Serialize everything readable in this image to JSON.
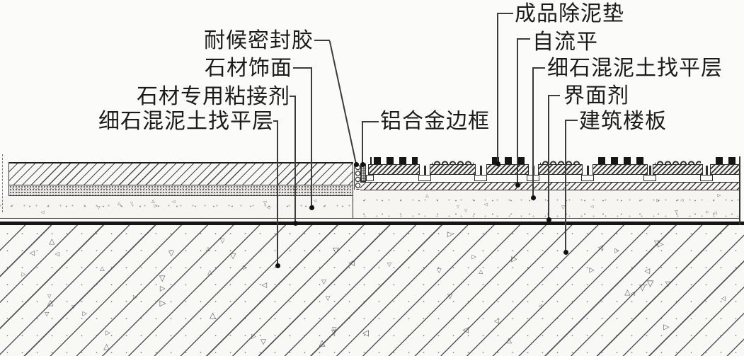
{
  "diagram": {
    "kind": "floor-construction-detail-section",
    "labels_left": [
      {
        "id": "weatherproof-sealant",
        "text": "耐候密封胶"
      },
      {
        "id": "stone-finish",
        "text": "石材饰面"
      },
      {
        "id": "stone-adhesive",
        "text": "石材专用粘接剂"
      },
      {
        "id": "fine-concrete-leveling-left",
        "text": "细石混泥土找平层"
      }
    ],
    "labels_right": [
      {
        "id": "entrance-mat",
        "text": "成品除泥垫"
      },
      {
        "id": "self-leveling",
        "text": "自流平"
      },
      {
        "id": "fine-concrete-leveling-right",
        "text": "细石混泥土找平层"
      },
      {
        "id": "interface-agent",
        "text": "界面剂"
      },
      {
        "id": "building-floor-slab",
        "text": "建筑楼板"
      }
    ],
    "label_mid": {
      "id": "aluminum-edge-frame",
      "text": "铝合金边框"
    },
    "colors": {
      "ink": "#1b1b1b",
      "line": "#3c3c3c",
      "paper": "#fbfbf9"
    }
  }
}
